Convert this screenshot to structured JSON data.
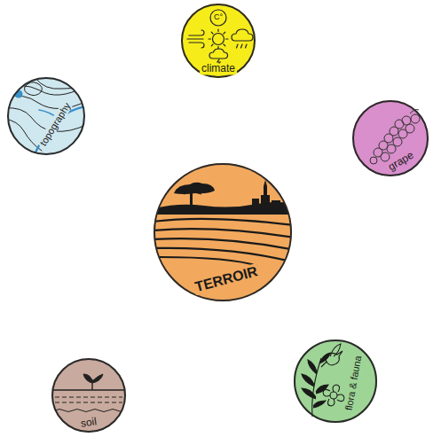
{
  "diagram": {
    "nodes": [
      {
        "text": [
          "climate"
        ]
      },
      {
        "text": [
          "topography"
        ]
      },
      {
        "text": [
          "TERROIR"
        ]
      },
      {
        "text": [
          "grape"
        ]
      },
      {
        "text": [
          "soil"
        ]
      },
      {
        "text": [
          "flora & fauna"
        ]
      }
    ],
    "labels": [
      "C°"
    ]
  }
}
